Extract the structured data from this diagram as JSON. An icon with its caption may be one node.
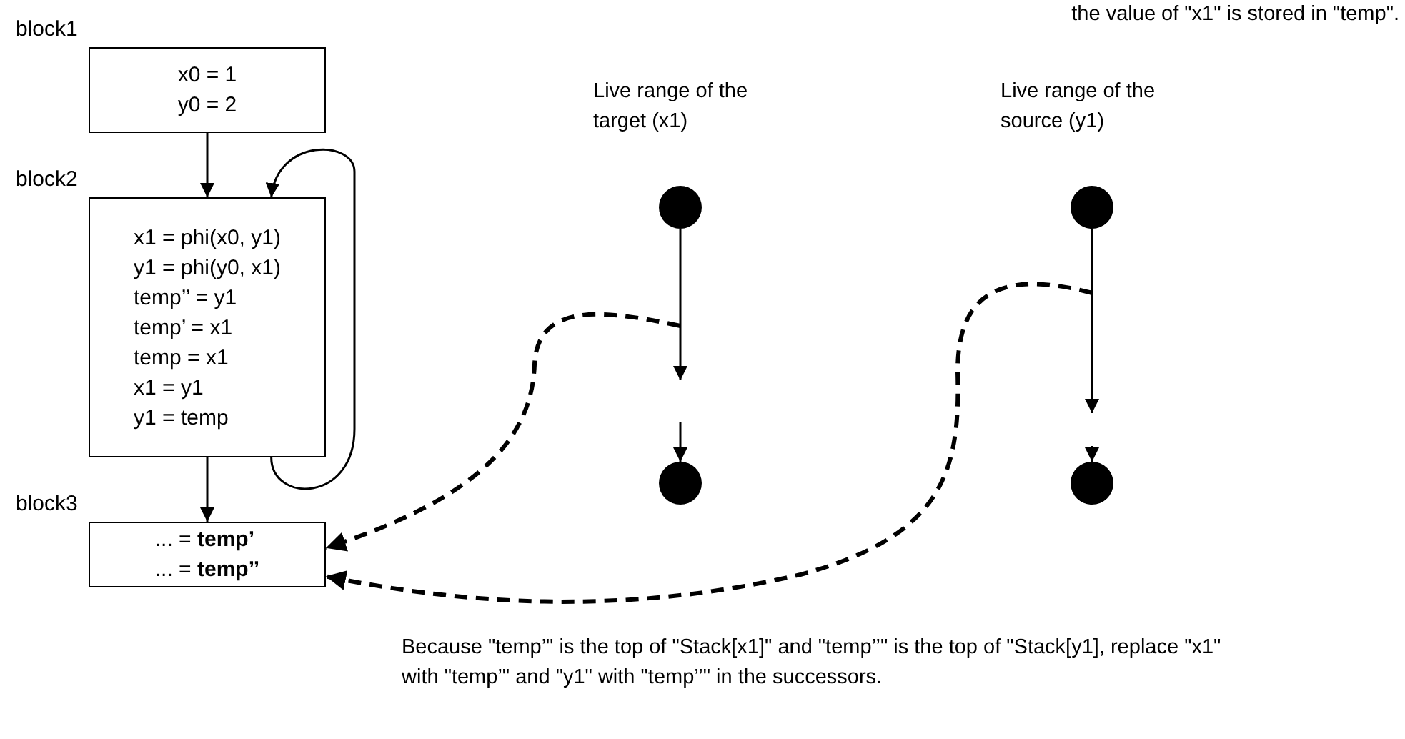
{
  "diagram": {
    "nodes": [
      {
        "text": [
          "block1",
          "x0 = 1",
          "y0 = 2"
        ]
      },
      {
        "text": [
          "block2",
          "x1 = phi(x0, y1)",
          "y1 = phi(y0, x1)",
          "temp’’ = y1",
          "temp’ = x1",
          "temp = x1",
          "x1 = y1",
          "y1 = temp"
        ]
      },
      {
        "text": [
          "block3",
          "... = **temp’**",
          "... = **temp’’**"
        ]
      },
      {
        "text": [],
        "shape": "circle"
      },
      {
        "text": [],
        "shape": "circle"
      },
      {
        "text": [],
        "shape": "circle"
      },
      {
        "text": [],
        "shape": "circle"
      }
    ],
    "edges": [
      {
        "from": 0,
        "to": 1,
        "arrow": "to"
      },
      {
        "from": 1,
        "to": 1,
        "arrow": "to"
      },
      {
        "from": 1,
        "to": 2,
        "arrow": "to"
      },
      {
        "from": 3,
        "to": null,
        "arrow": "to"
      },
      {
        "from": null,
        "to": 4,
        "arrow": "to"
      },
      {
        "from": 5,
        "to": null,
        "arrow": "to"
      },
      {
        "from": null,
        "to": 6,
        "arrow": "to"
      },
      {
        "from": null,
        "to": 2,
        "arrow": "to",
        "style": "dashed"
      },
      {
        "from": null,
        "to": 2,
        "arrow": "to",
        "style": "dashed"
      }
    ],
    "labels": [
      "the value of \"x1\" is stored in \"temp\".",
      "Live range of the target (x1)",
      "Live range of the source (y1)",
      "Because \"temp’\" is the top of \"Stack[x1]\" and \"temp’’\" is the top of \"Stack[y1], replace \"x1\" with \"temp’\" and \"y1\" with \"temp’’\" in the successors."
    ]
  }
}
